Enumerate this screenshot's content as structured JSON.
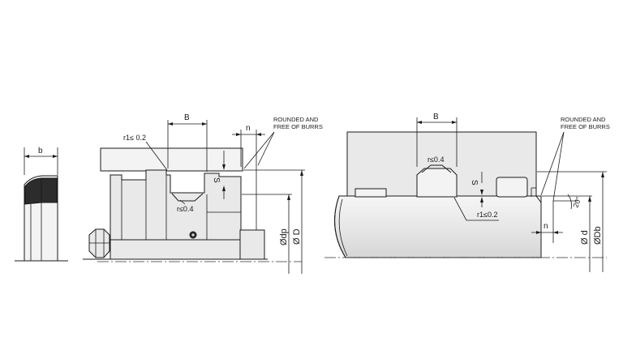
{
  "labels": {
    "seal_width": "b",
    "groove_width_left": "B",
    "groove_width_right": "B",
    "radius_r1_left": "r1≤ 0.2",
    "radius_r_left": "r≤0.4",
    "radius_r_right": "r≤0.4",
    "radius_r1_right": "r1≤0.2",
    "clearance_left": "S",
    "clearance_right": "S",
    "chamfer_left": "n",
    "chamfer_right": "n",
    "note_left_line1": "ROUNDED AND",
    "note_left_line2": "FREE OF BURRS",
    "note_right_line1": "ROUNDED AND",
    "note_right_line2": "FREE OF BURRS",
    "dia_dp": "Ødp",
    "dia_D": "Ø D",
    "dia_d": "Ø d",
    "dia_Db": "ØDb",
    "angle": "20°"
  }
}
